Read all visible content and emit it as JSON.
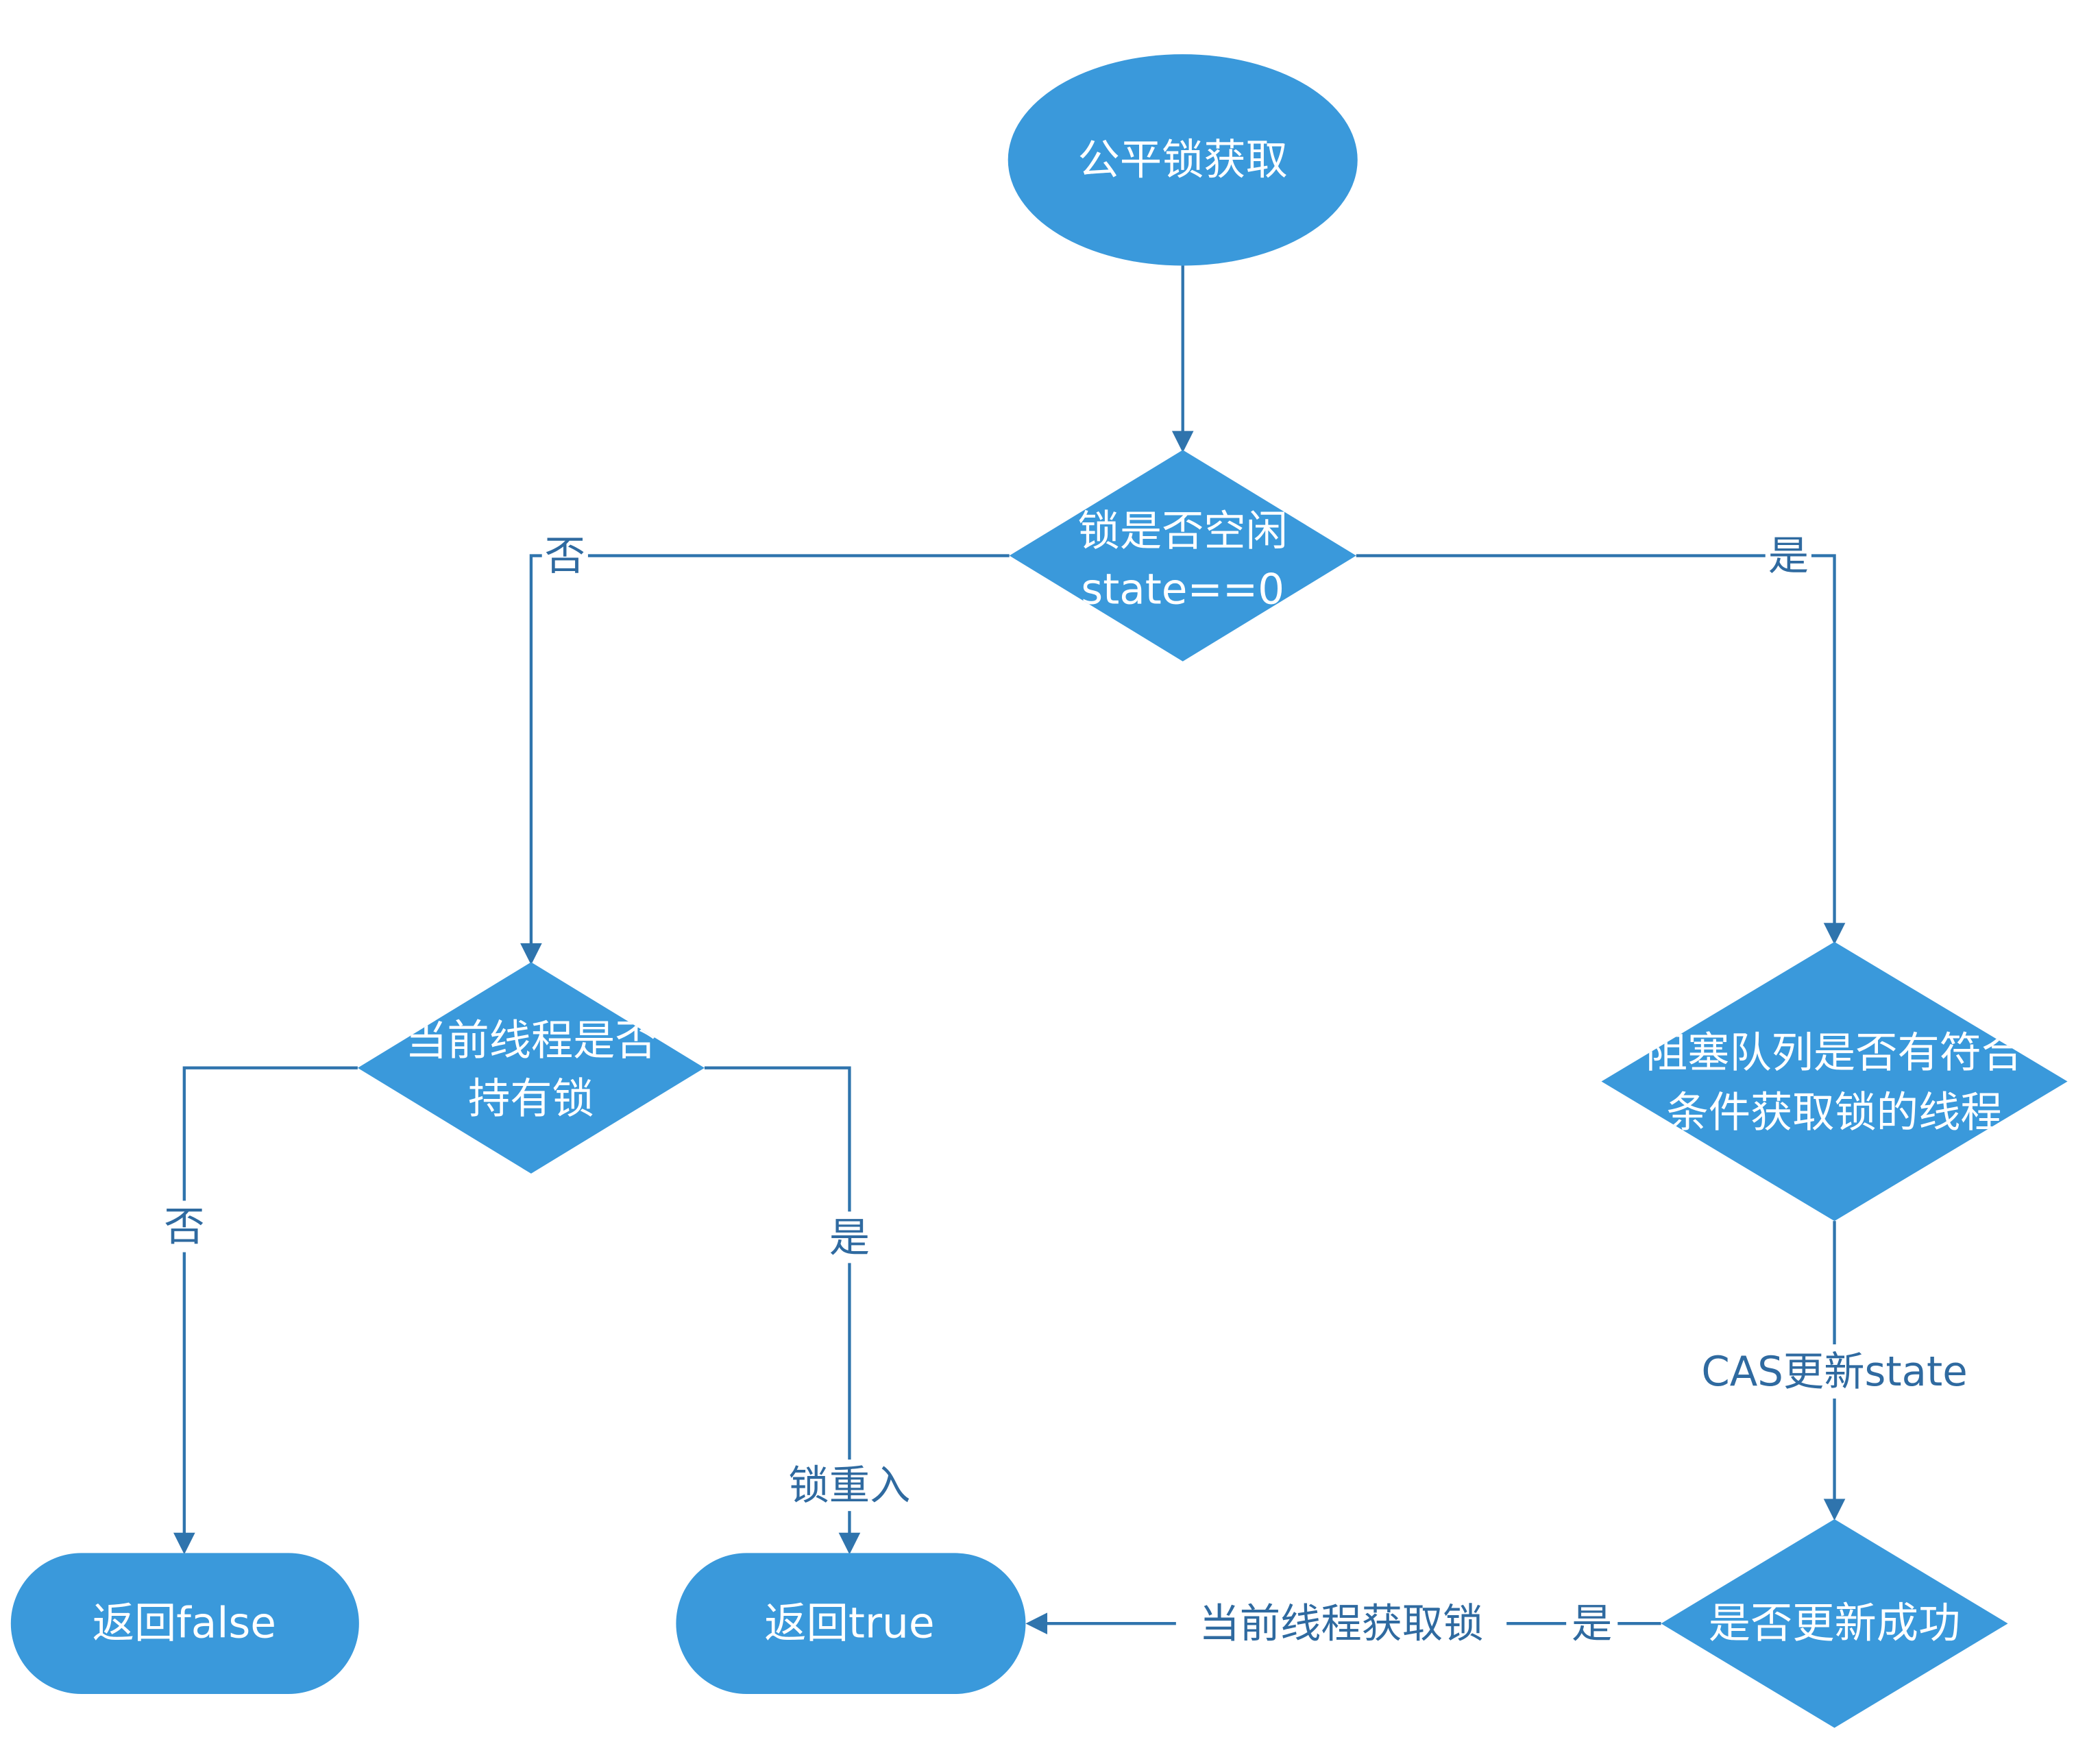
{
  "colors": {
    "node_fill": "#3a99db",
    "edge": "#2f74ad",
    "edge_label": "#2f6aa0",
    "node_text": "#ffffff"
  },
  "nodes": {
    "start": {
      "label": "公平锁获取",
      "shape": "ellipse"
    },
    "lock_free": {
      "lines": [
        "锁是否空闲",
        "state==0"
      ],
      "shape": "diamond"
    },
    "holds_lock": {
      "lines": [
        "当前线程是否",
        "持有锁"
      ],
      "shape": "diamond"
    },
    "queue_check": {
      "lines": [
        "阻塞队列是否有符合",
        "条件获取锁的线程"
      ],
      "shape": "diamond"
    },
    "update_ok": {
      "label": "是否更新成功",
      "shape": "diamond"
    },
    "return_false": {
      "label": "返回false",
      "shape": "terminal"
    },
    "return_true": {
      "label": "返回true",
      "shape": "terminal"
    }
  },
  "edges": {
    "lock_free_no": "否",
    "lock_free_yes": "是",
    "holds_no": "否",
    "holds_yes": "是",
    "reentrant": "锁重入",
    "cas": "CAS更新state",
    "update_yes": "是",
    "acquire": "当前线程获取锁"
  }
}
